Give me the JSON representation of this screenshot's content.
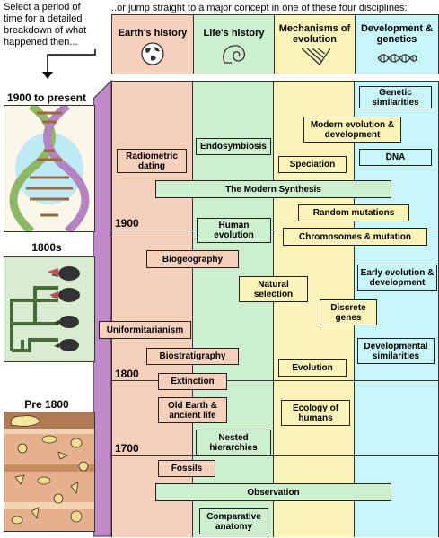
{
  "intro": {
    "left": "Select a period of time for a detailed breakdown of what happened then...",
    "top": "...or jump straight to a major concept in one of these four disciplines:"
  },
  "columns": [
    {
      "title": "Earth's history",
      "icon": "earth-icon",
      "color": "#f7cfbd"
    },
    {
      "title": "Life's history",
      "icon": "ammonite-icon",
      "color": "#cdeecf"
    },
    {
      "title": "Mechanisms of evolution",
      "icon": "branching-icon",
      "color": "#fbf4b8"
    },
    {
      "title": "Development & genetics",
      "icon": "dna-icon",
      "color": "#c8f6f8"
    }
  ],
  "periods": [
    {
      "title": "1900 to present",
      "image": "dna-helix-image"
    },
    {
      "title": "1800s",
      "image": "finch-tree-image"
    },
    {
      "title": "Pre 1800",
      "image": "fossils-image"
    }
  ],
  "years": [
    "1900",
    "1800",
    "1700"
  ],
  "concepts": {
    "genetic_similarities": "Genetic similarities",
    "modern_evolution": "Modern evolution & development",
    "dna": "DNA",
    "radiometric_dating": "Radiometric dating",
    "endosymbiosis": "Endosymbiosis",
    "speciation": "Speciation",
    "modern_synthesis": "The Modern Synthesis",
    "random_mutations": "Random mutations",
    "human_evolution": "Human evolution",
    "chromosomes_mutation": "Chromosomes & mutation",
    "biogeography": "Biogeography",
    "early_evolution": "Early evolution & development",
    "natural_selection": "Natural selection",
    "discrete_genes": "Discrete genes",
    "uniformitarianism": "Uniformitarianism",
    "developmental_similarities": "Developmental similarities",
    "biostratigraphy": "Biostratigraphy",
    "evolution": "Evolution",
    "extinction": "Extinction",
    "old_earth": "Old Earth & ancient life",
    "ecology_humans": "Ecology of humans",
    "nested_hierarchies": "Nested hierarchies",
    "fossils": "Fossils",
    "observation": "Observation",
    "comparative_anatomy": "Comparative anatomy"
  },
  "colors": {
    "earth": "#f7cfbd",
    "life": "#cdeecf",
    "mechanisms": "#fbf4b8",
    "genetics": "#c8f6f8",
    "timeline": "#c08ac8"
  }
}
